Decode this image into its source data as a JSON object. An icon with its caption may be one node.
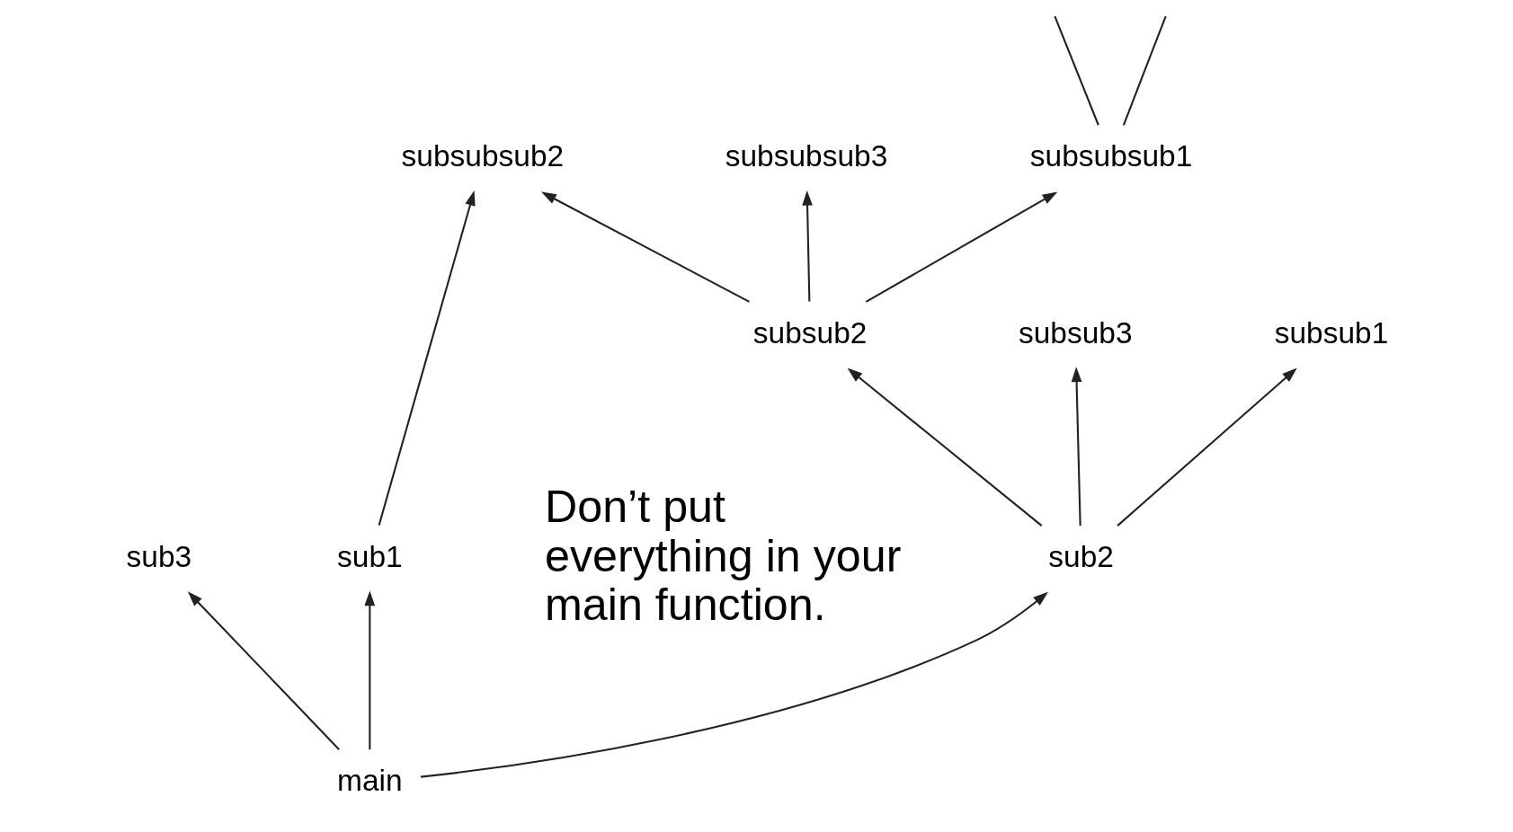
{
  "diagram": {
    "nodes": [
      {
        "text": [
          "subsubsub1"
        ]
      },
      {
        "text": [
          "subsubsub2"
        ]
      },
      {
        "text": [
          "subsubsub3"
        ]
      },
      {
        "text": [
          "subsub1"
        ]
      },
      {
        "text": [
          "subsub2"
        ]
      },
      {
        "text": [
          "subsub3"
        ]
      },
      {
        "text": [
          "sub1"
        ]
      },
      {
        "text": [
          "sub2"
        ]
      },
      {
        "text": [
          "sub3"
        ]
      },
      {
        "text": [
          "main"
        ]
      }
    ],
    "edges": [
      {
        "from": 9,
        "to": 6,
        "arrow": "to"
      },
      {
        "from": 9,
        "to": 7,
        "arrow": "to"
      },
      {
        "from": 9,
        "to": 8,
        "arrow": "to"
      },
      {
        "from": 6,
        "to": 1,
        "arrow": "to"
      },
      {
        "from": 7,
        "to": 3,
        "arrow": "to"
      },
      {
        "from": 7,
        "to": 4,
        "arrow": "to"
      },
      {
        "from": 7,
        "to": 5,
        "arrow": "to"
      },
      {
        "from": 4,
        "to": 0,
        "arrow": "to"
      },
      {
        "from": 4,
        "to": 1,
        "arrow": "to"
      },
      {
        "from": 4,
        "to": 2,
        "arrow": "to"
      },
      {
        "from": 0,
        "to": null,
        "arrow": "none"
      },
      {
        "from": 0,
        "to": null,
        "arrow": "none"
      }
    ],
    "labels": [
      "Don’t put everything in your main function."
    ]
  }
}
